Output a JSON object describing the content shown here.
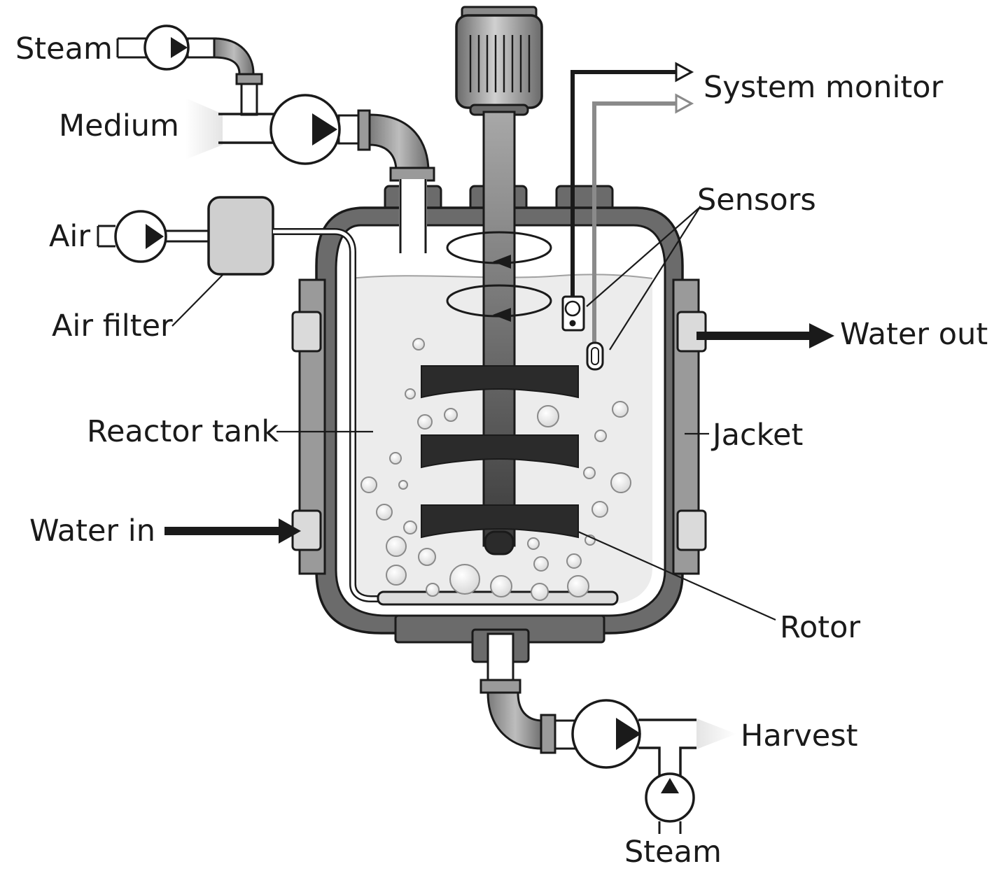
{
  "diagram": {
    "labels": {
      "steam_top": "Steam",
      "medium": "Medium",
      "air": "Air",
      "air_filter": "Air filter",
      "reactor_tank": "Reactor tank",
      "water_in": "Water in",
      "system_monitor": "System monitor",
      "sensors": "Sensors",
      "water_out": "Water out",
      "jacket": "Jacket",
      "rotor": "Rotor",
      "harvest": "Harvest",
      "steam_bottom": "Steam"
    },
    "colors": {
      "ink": "#1a1a1a",
      "jacket": "#6b6b6b",
      "vessel_liquid": "#ececec",
      "pipe": "#8e8e8e",
      "rotor": "#2b2b2b",
      "filter": "#cfcfcf",
      "motor": "#9a9a9a"
    }
  }
}
